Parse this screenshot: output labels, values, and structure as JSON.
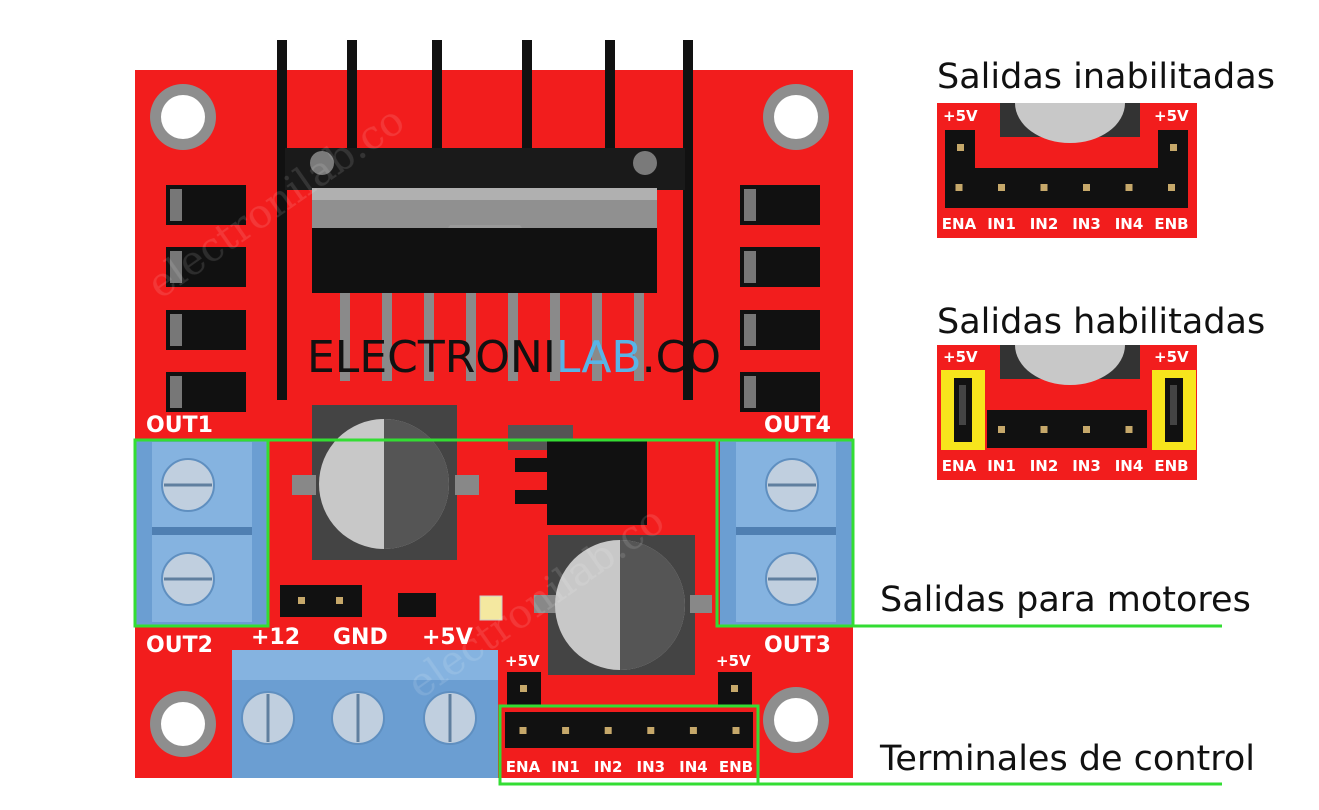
{
  "board": {
    "logo_part1": "ELECTRONI",
    "logo_part2": "LAB",
    "logo_part3": ".CO",
    "out1": "OUT1",
    "out2": "OUT2",
    "out3": "OUT3",
    "out4": "OUT4",
    "power_12": "+12",
    "power_gnd": "GND",
    "power_5v": "+5V",
    "header_5v_left": "+5V",
    "header_5v_right": "+5V",
    "control_pins": [
      "ENA",
      "IN1",
      "IN2",
      "IN3",
      "IN4",
      "ENB"
    ]
  },
  "annotations": {
    "motor_outputs": "Salidas para motores",
    "control_terminals": "Terminales de control"
  },
  "inset_disabled": {
    "title": "Salidas inabilitadas",
    "left_5v": "+5V",
    "right_5v": "+5V",
    "pins": [
      "ENA",
      "IN1",
      "IN2",
      "IN3",
      "IN4",
      "ENB"
    ]
  },
  "inset_enabled": {
    "title": "Salidas habilitadas",
    "left_5v": "+5V",
    "right_5v": "+5V",
    "pins": [
      "ENA",
      "IN1",
      "IN2",
      "IN3",
      "IN4",
      "ENB"
    ]
  },
  "colors": {
    "board_red": "#f21d1d",
    "terminal_blue": "#6b9ed2",
    "highlight_green": "#33dd33",
    "jumper_yellow": "#f7e51c",
    "logo_blue": "#59b4e6"
  }
}
